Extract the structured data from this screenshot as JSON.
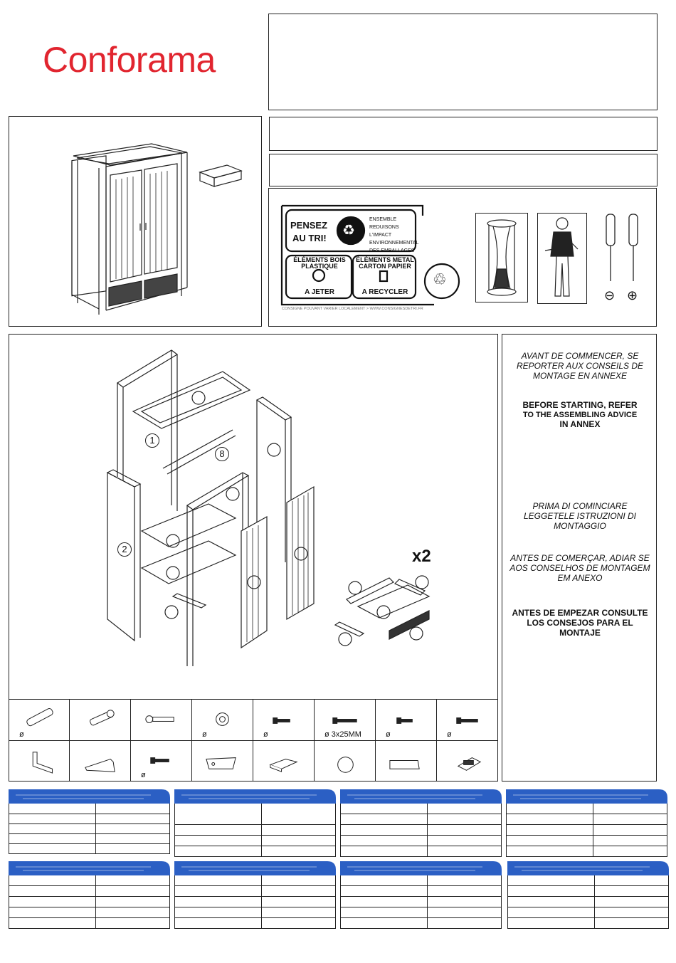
{
  "brand": {
    "logo_text": "Conforama",
    "logo_color": "#e1252f"
  },
  "recycle_panel": {
    "pensez_line1": "PENSEZ",
    "pensez_line2": "AU TRI!",
    "impact_lines": [
      "ENSEMBLE",
      "REDUISONS L'IMPACT",
      "ENVIRONNEMENTAL",
      "DES EMBALLAGES"
    ],
    "wood_plastic": "ÉLÉMENTS BOIS PLASTIQUE",
    "to_throw": "A JETER",
    "metal_paper": "ÉLÉMENTS METAL CARTON PAPIER",
    "to_recycle": "A RECYCLER",
    "footer": "CONSIGNE POUVANT VARIER LOCALEMENT > WWW.CONSIGNESDETRI.FR"
  },
  "tools": {
    "flat_symbol": "⊖",
    "cross_symbol": "⊕"
  },
  "assembly": {
    "part_numbers": [
      "1",
      "8",
      "2"
    ],
    "quantity_label": "x2"
  },
  "advice": {
    "fr": "AVANT DE COMMENCER, SE REPORTER AUX CONSEILS DE MONTAGE  EN ANNEXE",
    "en_line1": "BEFORE STARTING, REFER",
    "en_line2": "TO THE ASSEMBLING ADVICE",
    "en_line3": "IN ANNEX",
    "it": "PRIMA DI COMINCIARE LEGGETELE ISTRUZIONI DI MONTAGGIO",
    "pt": "ANTES DE COMERÇAR, ADIAR SE AOS CONSELHOS DE MONTAGEM EM ANEXO",
    "es": "ANTES DE EMPEZAR CONSULTE LOS CONSEJOS PARA EL MONTAJE"
  },
  "hardware": {
    "row1": [
      {
        "icon": "wooden-dowel-icon",
        "label": "ø"
      },
      {
        "icon": "connector-bolt-icon",
        "label": ""
      },
      {
        "icon": "long-screw-icon",
        "label": ""
      },
      {
        "icon": "cam-lock-icon",
        "label": "ø"
      },
      {
        "icon": "small-screw-icon",
        "label": "ø"
      },
      {
        "icon": "screw-3x25-icon",
        "label": "ø 3x25MM"
      },
      {
        "icon": "short-screw-icon",
        "label": "ø"
      },
      {
        "icon": "screw-icon",
        "label": "ø"
      }
    ],
    "row2": [
      {
        "icon": "l-bracket-icon",
        "label": ""
      },
      {
        "icon": "wedge-icon",
        "label": ""
      },
      {
        "icon": "screw-icon",
        "label": "ø"
      },
      {
        "icon": "hinge-plate-icon",
        "label": ""
      },
      {
        "icon": "pad-icon",
        "label": ""
      },
      {
        "icon": "knob-icon",
        "label": ""
      },
      {
        "icon": "rail-icon",
        "label": ""
      },
      {
        "icon": "magnet-catch-icon",
        "label": ""
      }
    ]
  },
  "table_header_color": "#2b5fc4"
}
